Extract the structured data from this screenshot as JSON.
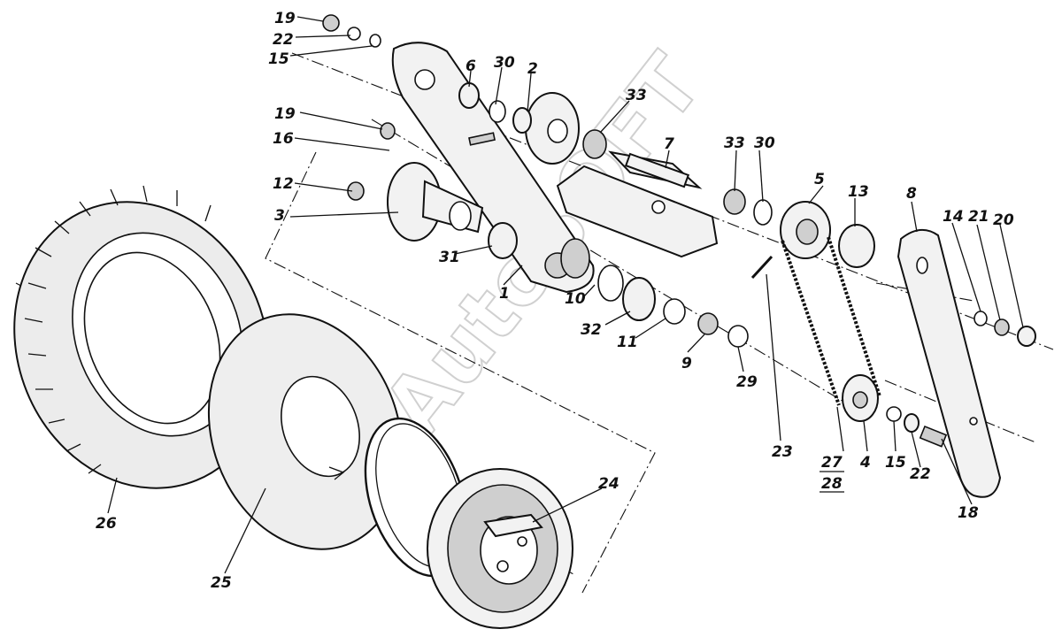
{
  "watermark": "AutoSOFT",
  "callouts": [
    "19",
    "22",
    "15",
    "6",
    "30",
    "2",
    "33",
    "7",
    "19",
    "16",
    "12",
    "3",
    "31",
    "1",
    "10",
    "32",
    "11",
    "9",
    "29",
    "33",
    "30",
    "5",
    "13",
    "8",
    "14",
    "21",
    "20",
    "23",
    "27",
    "28",
    "4",
    "15",
    "22",
    "18",
    "24",
    "25",
    "26"
  ]
}
